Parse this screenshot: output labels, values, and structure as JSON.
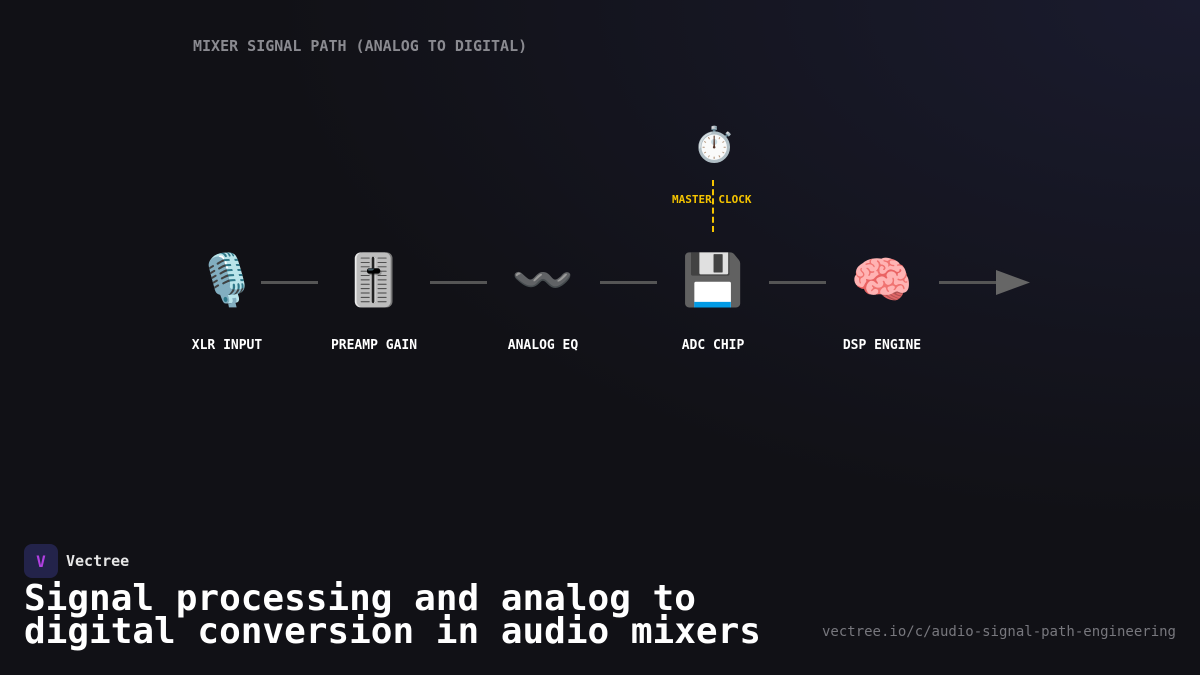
{
  "title": "MIXER SIGNAL PATH (ANALOG TO DIGITAL)",
  "nodes": [
    {
      "label": "XLR INPUT",
      "icon": "🎙️",
      "icon_name": "microphone-icon"
    },
    {
      "label": "PREAMP GAIN",
      "icon": "🎚️",
      "icon_name": "fader-icon"
    },
    {
      "label": "ANALOG EQ",
      "icon": "〰️",
      "icon_name": "wave-icon"
    },
    {
      "label": "ADC CHIP",
      "icon": "💾",
      "icon_name": "floppy-disk-icon"
    },
    {
      "label": "DSP ENGINE",
      "icon": "🧠",
      "icon_name": "brain-icon"
    }
  ],
  "clock": {
    "label": "MASTER CLOCK",
    "icon": "⏱️"
  },
  "colors": {
    "clock": "#f5c400",
    "connector": "#555555"
  },
  "brand": {
    "name": "Vectree",
    "logo": "V"
  },
  "headline": "Signal processing and analog to digital conversion in audio mixers",
  "url": "vectree.io/c/audio-signal-path-engineering"
}
